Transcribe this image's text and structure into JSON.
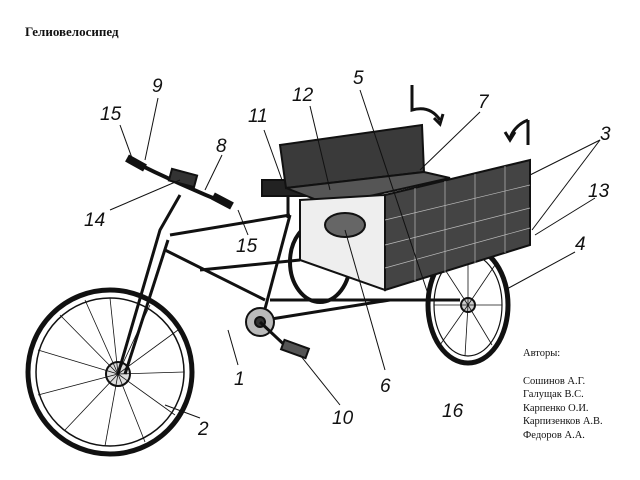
{
  "title": "Гелиовелосипед",
  "authors": {
    "heading": "Авторы:",
    "names": [
      "Сошинов А.Г.",
      "Галущак В.С.",
      "Карпенко О.И.",
      "Карпизенков А.В.",
      "Федоров А.А."
    ]
  },
  "labels": {
    "n1": "1",
    "n2": "2",
    "n3": "3",
    "n4": "4",
    "n5": "5",
    "n6": "6",
    "n7": "7",
    "n8": "8",
    "n9": "9",
    "n10": "10",
    "n11": "11",
    "n12": "12",
    "n13": "13",
    "n14": "14",
    "n15a": "15",
    "n15b": "15",
    "n16": "16"
  }
}
